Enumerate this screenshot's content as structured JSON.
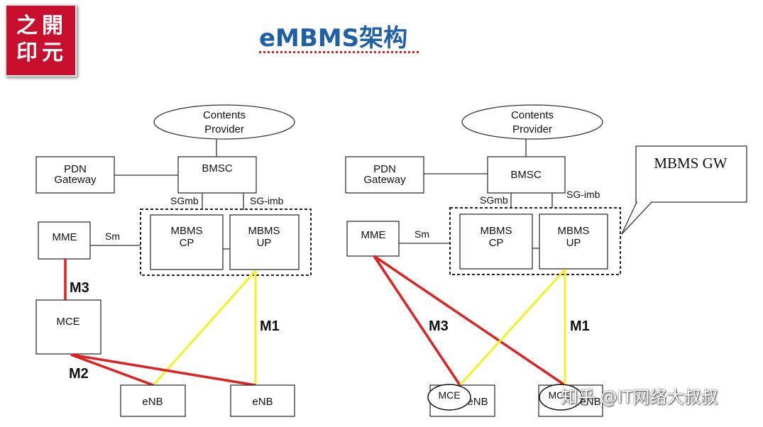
{
  "header": {
    "title": "eMBMS架构",
    "logo_chars": [
      "之",
      "開",
      "印",
      "元"
    ]
  },
  "watermark": "知乎 @IT网络大叔叔",
  "left_diagram": {
    "contents_provider": [
      "Contents",
      "Provider"
    ],
    "bmsc": "BMSC",
    "pdn_gateway": [
      "PDN",
      "Gateway"
    ],
    "sgmb": "SGmb",
    "sgimb": "SG-imb",
    "mme": "MME",
    "sm": "Sm",
    "mbms_cp": [
      "MBMS",
      "CP"
    ],
    "mbms_up": [
      "MBMS",
      "UP"
    ],
    "m3": "M3",
    "mce": "MCE",
    "m1": "M1",
    "m2": "M2",
    "enb_1": "eNB",
    "enb_2": "eNB"
  },
  "right_diagram": {
    "contents_provider": [
      "Contents",
      "Provider"
    ],
    "bmsc": "BMSC",
    "pdn_gateway": [
      "PDN",
      "Gateway"
    ],
    "sgmb": "SGmb",
    "sgimb": "SG-imb",
    "mbms_gw_callout": "MBMS GW",
    "mme": "MME",
    "sm": "Sm",
    "mbms_cp": [
      "MBMS",
      "CP"
    ],
    "mbms_up": [
      "MBMS",
      "UP"
    ],
    "m3": "M3",
    "m1": "M1",
    "mce_1": "MCE",
    "mce_2": "MCE",
    "enb_1": "eNB",
    "enb_2": "eNB"
  },
  "colors": {
    "m3_link": "#e02020",
    "m2_link": "#e02020",
    "m1_link": "#f5f020",
    "title": "#1f5fa8",
    "logo": "#c8102e"
  }
}
